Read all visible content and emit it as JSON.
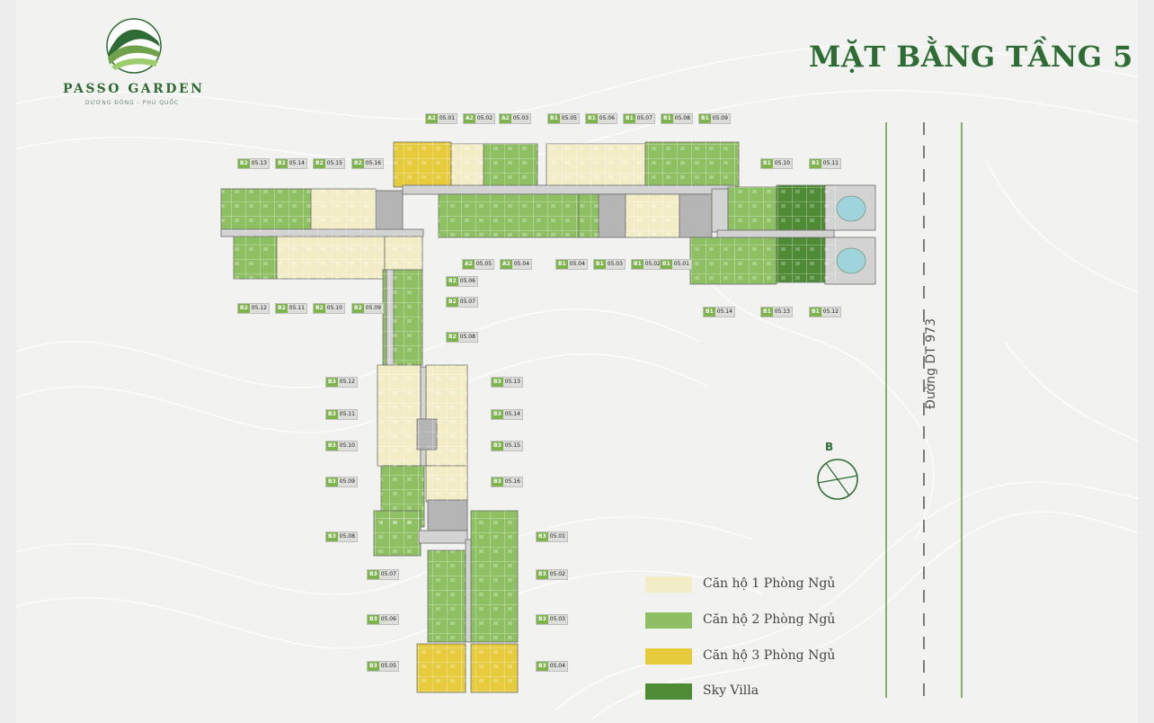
{
  "brand": {
    "name": "PASSO GARDEN",
    "subtitle": "DƯƠNG ĐÔNG - PHÚ QUỐC"
  },
  "title": "MẶT BẰNG TẦNG 5",
  "road": "Đường DT 973",
  "compass": "B",
  "colors": {
    "one_bed": "#f3edc7",
    "two_bed": "#8ec063",
    "three_bed": "#e6cc3c",
    "sky_villa": "#4f8a35",
    "core": "#b5b5b5",
    "corridor": "#d3d3d3",
    "accent": "#2f6b35"
  },
  "legend": [
    {
      "label": "Căn hộ 1 Phòng Ngủ",
      "color": "#f3edc7"
    },
    {
      "label": "Căn hộ 2 Phòng Ngủ",
      "color": "#8ec063"
    },
    {
      "label": "Căn hộ 3 Phòng Ngủ",
      "color": "#e6cc3c"
    },
    {
      "label": "Sky Villa",
      "color": "#4f8a35"
    }
  ],
  "unit_tags": [
    {
      "tower": "A2",
      "num": "05.01"
    },
    {
      "tower": "A2",
      "num": "05.02"
    },
    {
      "tower": "A2",
      "num": "05.03"
    },
    {
      "tower": "B1",
      "num": "05.05"
    },
    {
      "tower": "B1",
      "num": "05.06"
    },
    {
      "tower": "B1",
      "num": "05.07"
    },
    {
      "tower": "B1",
      "num": "05.08"
    },
    {
      "tower": "B1",
      "num": "05.09"
    },
    {
      "tower": "B2",
      "num": "05.13"
    },
    {
      "tower": "B2",
      "num": "05.14"
    },
    {
      "tower": "B2",
      "num": "05.15"
    },
    {
      "tower": "B2",
      "num": "05.16"
    },
    {
      "tower": "B1",
      "num": "05.10"
    },
    {
      "tower": "B1",
      "num": "05.11"
    },
    {
      "tower": "A2",
      "num": "05.05"
    },
    {
      "tower": "A2",
      "num": "05.04"
    },
    {
      "tower": "B1",
      "num": "05.04"
    },
    {
      "tower": "B1",
      "num": "05.03"
    },
    {
      "tower": "B1",
      "num": "05.02"
    },
    {
      "tower": "B1",
      "num": "05.01"
    },
    {
      "tower": "B2",
      "num": "05.06"
    },
    {
      "tower": "B2",
      "num": "05.07"
    },
    {
      "tower": "B2",
      "num": "05.08"
    },
    {
      "tower": "B2",
      "num": "05.12"
    },
    {
      "tower": "B2",
      "num": "05.11"
    },
    {
      "tower": "B2",
      "num": "05.10"
    },
    {
      "tower": "B2",
      "num": "05.09"
    },
    {
      "tower": "B1",
      "num": "05.14"
    },
    {
      "tower": "B1",
      "num": "05.13"
    },
    {
      "tower": "B1",
      "num": "05.12"
    },
    {
      "tower": "B3",
      "num": "05.12"
    },
    {
      "tower": "B3",
      "num": "05.11"
    },
    {
      "tower": "B3",
      "num": "05.10"
    },
    {
      "tower": "B3",
      "num": "05.09"
    },
    {
      "tower": "B3",
      "num": "05.08"
    },
    {
      "tower": "B3",
      "num": "05.07"
    },
    {
      "tower": "B3",
      "num": "05.06"
    },
    {
      "tower": "B3",
      "num": "05.05"
    },
    {
      "tower": "B3",
      "num": "05.13"
    },
    {
      "tower": "B3",
      "num": "05.14"
    },
    {
      "tower": "B3",
      "num": "05.15"
    },
    {
      "tower": "B3",
      "num": "05.16"
    },
    {
      "tower": "B3",
      "num": "05.01"
    },
    {
      "tower": "B3",
      "num": "05.02"
    },
    {
      "tower": "B3",
      "num": "05.03"
    },
    {
      "tower": "B3",
      "num": "05.04"
    }
  ]
}
